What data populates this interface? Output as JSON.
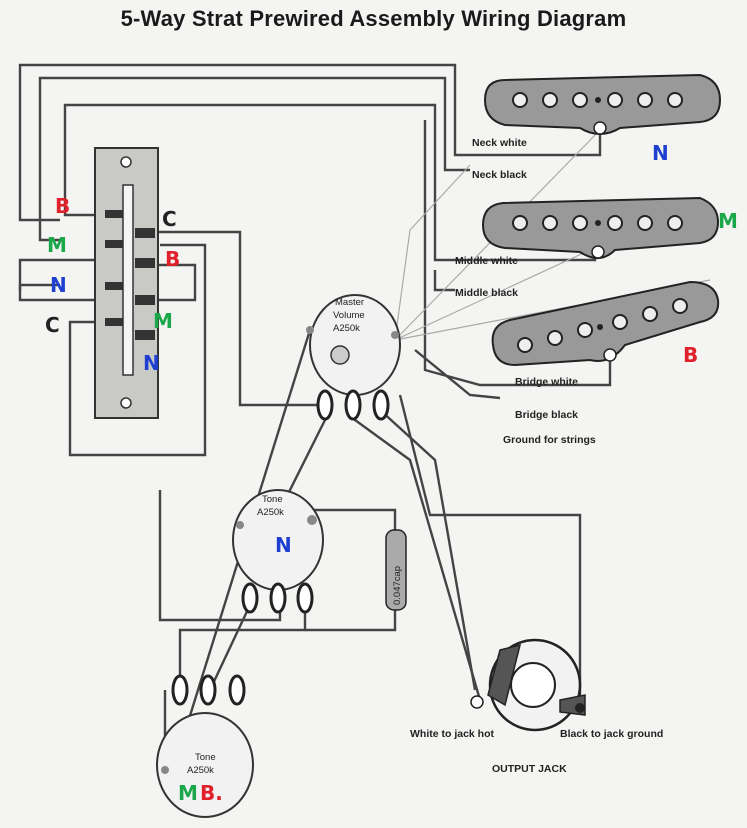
{
  "title": "5-Way Strat Prewired Assembly Wiring Diagram",
  "labels": {
    "neck_white": "Neck white",
    "neck_black": "Neck black",
    "middle_white": "Middle white",
    "middle_black": "Middle black",
    "bridge_white": "Bridge white",
    "bridge_black": "Bridge black",
    "ground_strings": "Ground for strings",
    "master_volume_1": "Master",
    "master_volume_2": "Volume",
    "master_volume_3": "A250k",
    "tone1_1": "Tone",
    "tone1_2": "A250k",
    "tone2_1": "Tone",
    "tone2_2": "A250k",
    "cap": "0.047cap",
    "white_jack_hot": "White to jack hot",
    "black_jack_ground": "Black to jack ground",
    "output_jack": "OUTPUT JACK"
  },
  "handwritten": {
    "switch_b": "B",
    "switch_m": "M",
    "switch_n": "N",
    "switch_c_left": "C",
    "switch_c_right": "C",
    "switch_b_right": "B",
    "switch_m_right": "M",
    "switch_n_right": "N",
    "pickup_n": "N",
    "pickup_m": "M",
    "pickup_b": "B",
    "tone1_n": "N",
    "tone2_m": "M",
    "tone2_b": "B."
  },
  "colors": {
    "red": "#e0202a",
    "green": "#1aa84a",
    "blue": "#1f3fd0",
    "black": "#222222"
  }
}
